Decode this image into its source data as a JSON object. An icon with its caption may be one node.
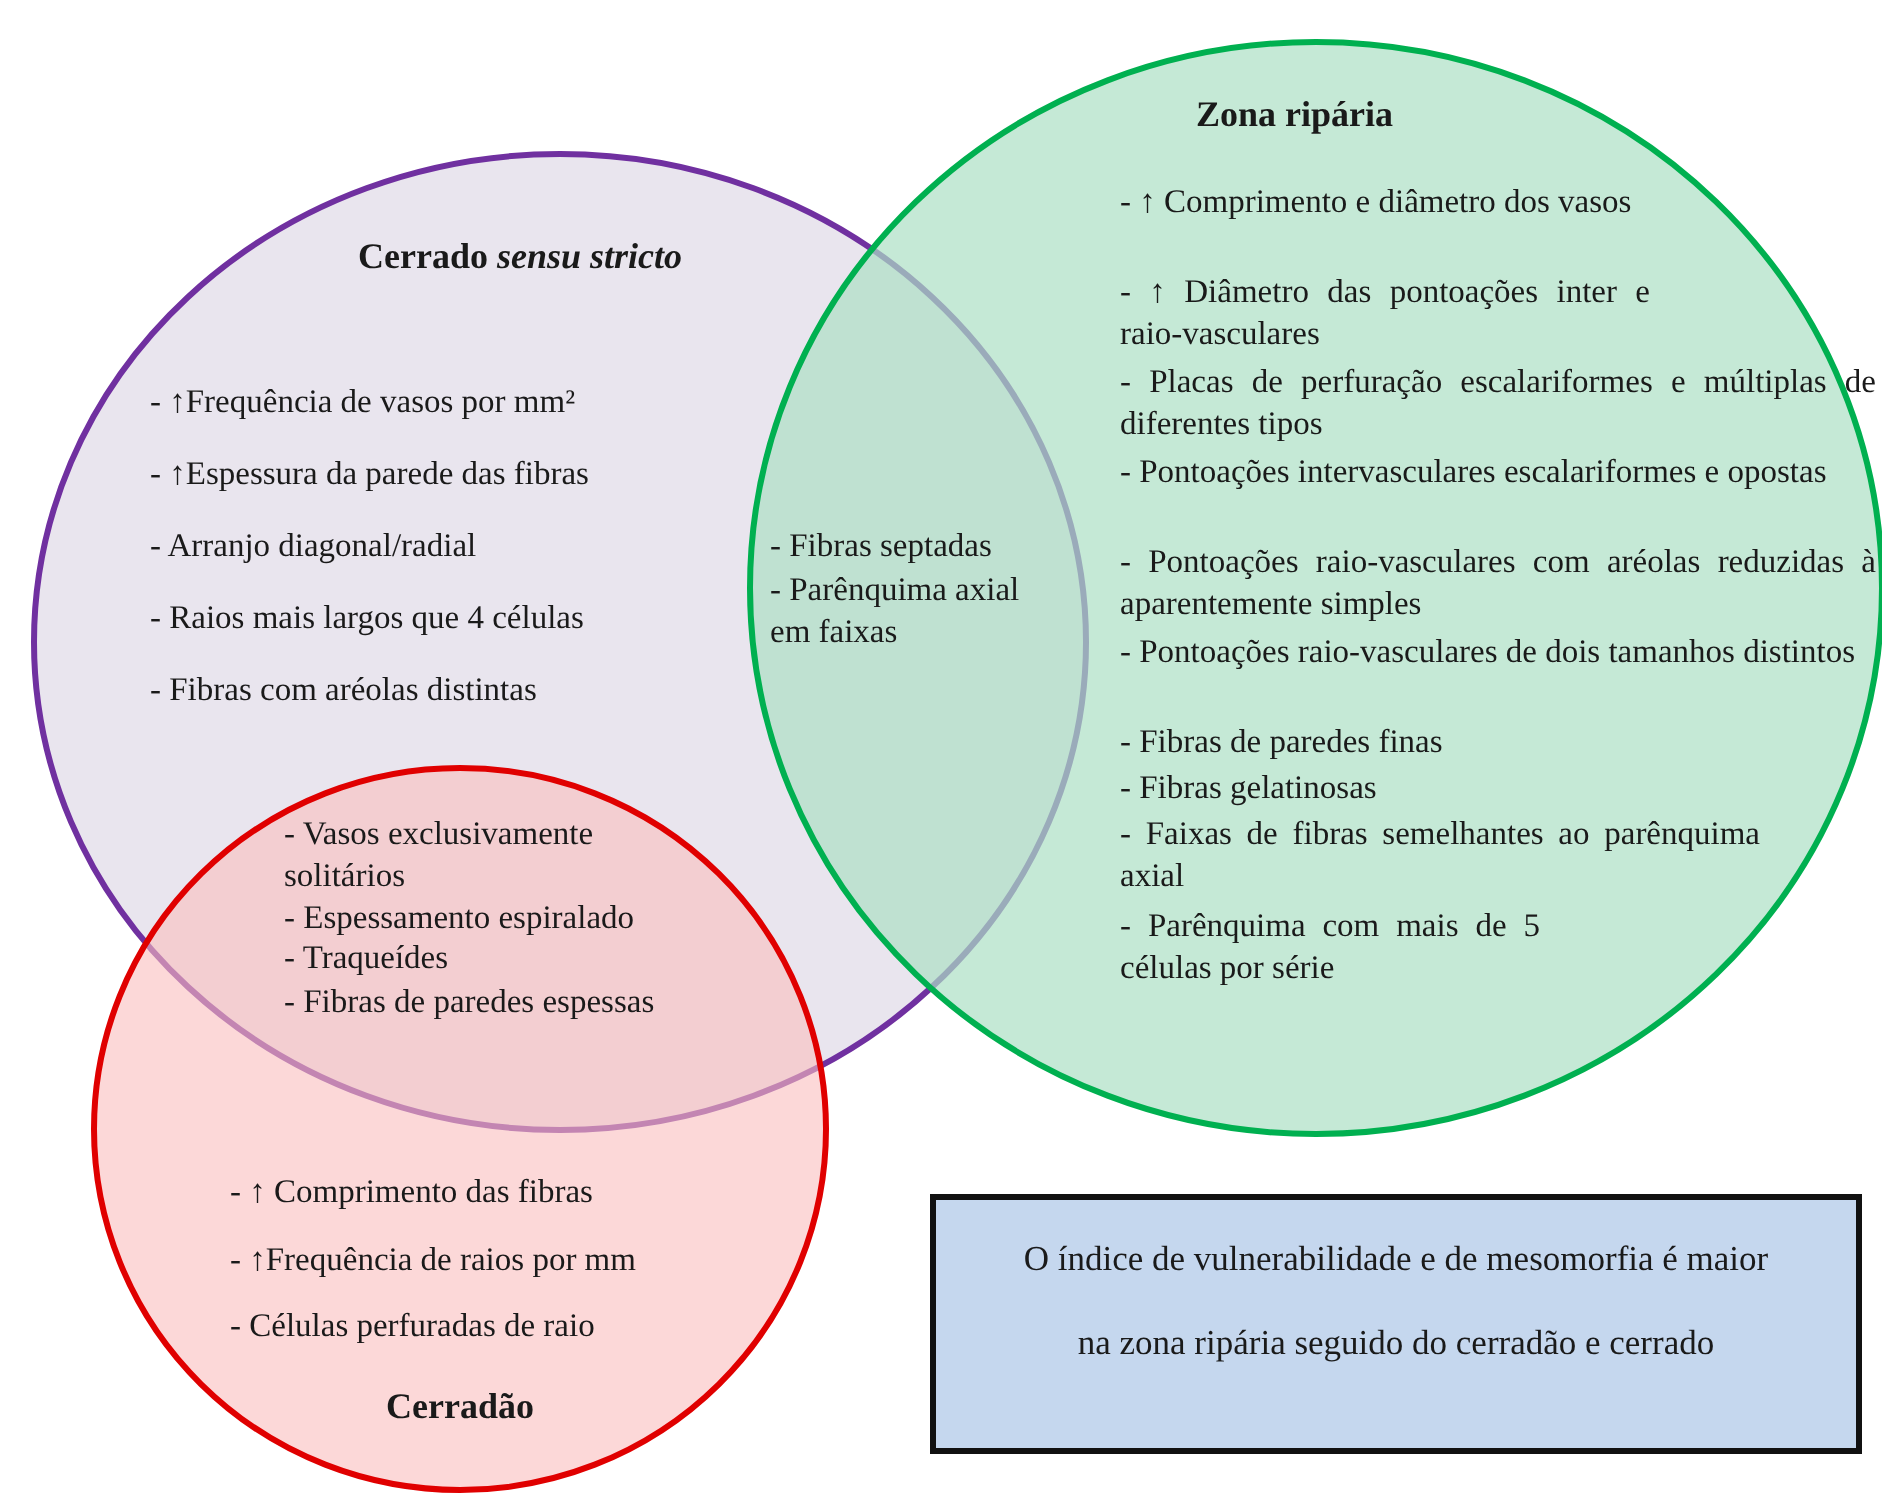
{
  "diagram": {
    "nodes": [
      {
        "text": [
          "Cerrado *sensu stricto*",
          "- ↑Frequência de vasos por mm²",
          "- ↑Espessura da parede das fibras",
          "- Arranjo diagonal/radial",
          "- Raios mais largos que 4 células",
          "- Fibras com aréolas distintas"
        ]
      },
      {
        "text": [
          "Zona ripária",
          "- ↑ Comprimento e diâmetro dos vasos",
          "- ↑ Diâmetro das pontoações inter e raio-vasculares",
          "- Placas de perfuração escalariformes e múltiplas de diferentes tipos",
          "- Pontoações intervasculares escalariformes e opostas",
          "- Pontoações raio-vasculares com aréolas reduzidas à aparentemente simples",
          "- Pontoações raio-vasculares de dois tamanhos distintos",
          "- Fibras de paredes finas",
          "- Fibras gelatinosas",
          "- Faixas de fibras semelhantes ao parênquima axial",
          "- Parênquima com mais de 5 células por série"
        ]
      },
      {
        "text": [
          "- ↑ Comprimento das fibras",
          "- ↑Frequência de raios por mm",
          "- Células perfuradas de raio",
          "Cerradão"
        ]
      },
      {
        "text": [
          "O índice de vulnerabilidade e de mesomorfia é maior na zona ripária seguido do cerradão e cerrado"
        ]
      }
    ],
    "labels": [
      "- Fibras septadas",
      "- Parênquima axial em faixas",
      "- Vasos exclusivamente solitários",
      "- Espessamento espiralado",
      "- Traqueídes",
      "- Fibras de paredes espessas"
    ]
  }
}
